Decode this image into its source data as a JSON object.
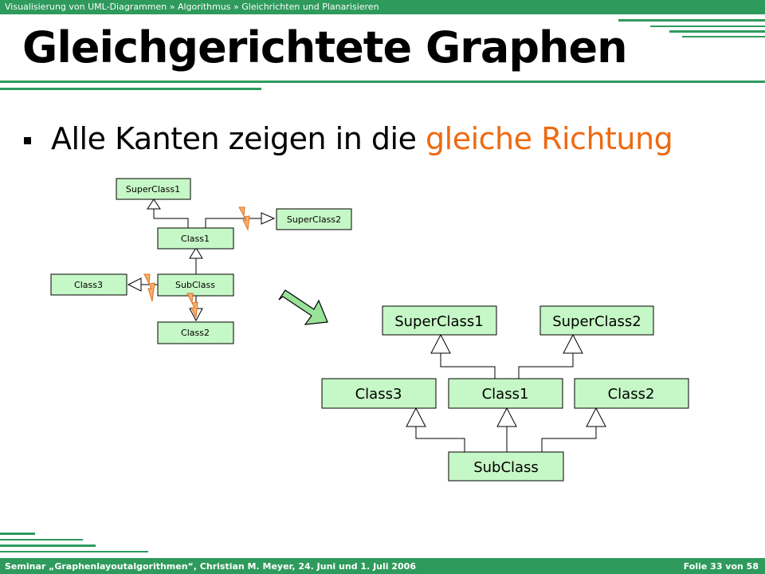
{
  "header": {
    "breadcrumb": "Visualisierung von UML-Diagrammen » Algorithmus » Gleichrichten und Planarisieren"
  },
  "slide": {
    "title": "Gleichgerichtete Graphen",
    "bullet_prefix": "Alle Kanten zeigen in die ",
    "bullet_highlight": "gleiche Richtung"
  },
  "diagram_before": {
    "superclass1": "SuperClass1",
    "superclass2": "SuperClass2",
    "class1": "Class1",
    "class3": "Class3",
    "subclass": "SubClass",
    "class2": "Class2"
  },
  "diagram_after": {
    "superclass1": "SuperClass1",
    "superclass2": "SuperClass2",
    "class3": "Class3",
    "class1": "Class1",
    "class2": "Class2",
    "subclass": "SubClass"
  },
  "footer": {
    "left": "Seminar „Graphenlayoutalgorithmen“,  Christian M. Meyer, 24. Juni und 1. Juli 2006",
    "right": "Folie 33 von 58"
  },
  "colors": {
    "accent": "#2e9a5c",
    "highlight": "#ee6a12",
    "node_fill": "#c6f7c6"
  }
}
